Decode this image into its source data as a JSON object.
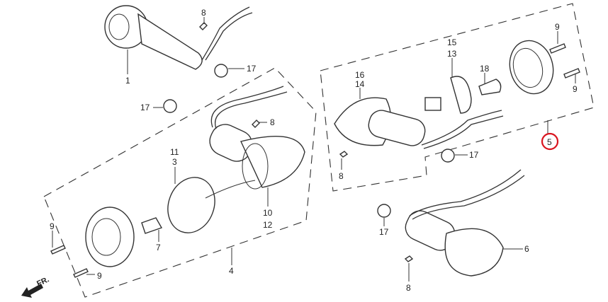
{
  "labels": [
    "8",
    "17",
    "1",
    "17",
    "8",
    "11",
    "3",
    "10",
    "12",
    "9",
    "7",
    "9",
    "4",
    "16",
    "14",
    "15",
    "13",
    "18",
    "9",
    "9",
    "5",
    "8",
    "17",
    "17",
    "6",
    "8"
  ],
  "front_arrow": "FR.",
  "highlight_color": "#d9141e"
}
